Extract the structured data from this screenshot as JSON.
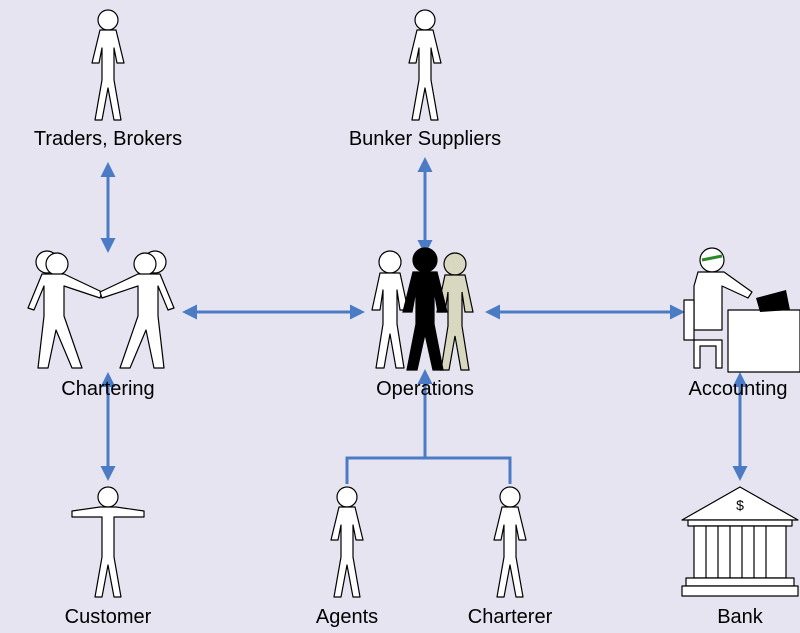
{
  "nodes": {
    "traders_brokers": "Traders, Brokers",
    "bunker_suppliers": "Bunker Suppliers",
    "chartering": "Chartering",
    "operations": "Operations",
    "accounting": "Accounting",
    "customer": "Customer",
    "agents": "Agents",
    "charterer": "Charterer",
    "bank": "Bank"
  },
  "icons": {
    "bank_symbol": "$"
  },
  "colors": {
    "background": "#e6e4f0",
    "connector": "#4a7bc4",
    "operations_lead": "#000000",
    "operations_back": "#d8d8c0"
  }
}
